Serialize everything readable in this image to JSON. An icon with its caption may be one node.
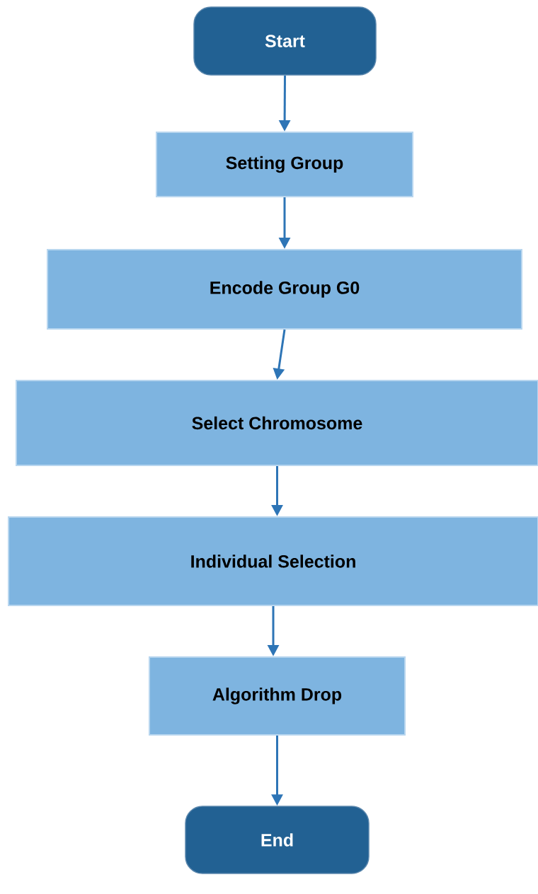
{
  "diagram": {
    "nodes": [
      {
        "text": [
          "Start"
        ]
      },
      {
        "text": [
          "Setting Group"
        ]
      },
      {
        "text": [
          "Encode Group G0"
        ]
      },
      {
        "text": [
          "Select Chromosome"
        ]
      },
      {
        "text": [
          "Individual Selection"
        ]
      },
      {
        "text": [
          "Algorithm Drop"
        ]
      },
      {
        "text": [
          "End"
        ]
      }
    ],
    "edges": [
      {
        "from": 0,
        "to": 1,
        "arrow": "to"
      },
      {
        "from": 1,
        "to": 2,
        "arrow": "to"
      },
      {
        "from": 2,
        "to": 3,
        "arrow": "to"
      },
      {
        "from": 3,
        "to": 4,
        "arrow": "to"
      },
      {
        "from": 4,
        "to": 5,
        "arrow": "to"
      },
      {
        "from": 5,
        "to": 6,
        "arrow": "to"
      }
    ]
  }
}
